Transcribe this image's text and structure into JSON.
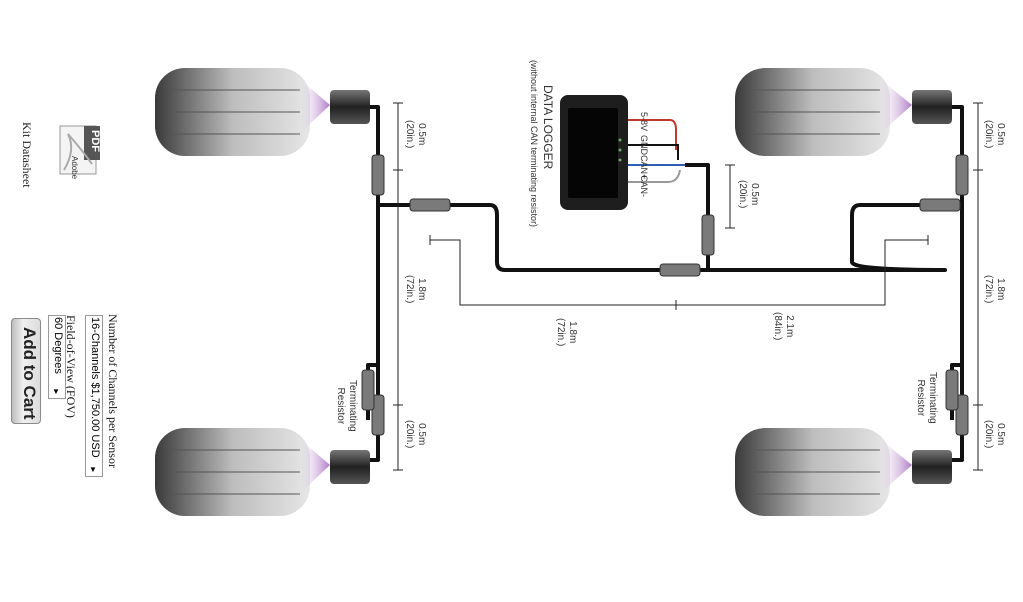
{
  "sidebar": {
    "datasheet_label": "Kit Datasheet",
    "pdf_badge": "PDF",
    "adobe_label": "Adobe",
    "channels_label": "Number of Channels per Sensor",
    "channels_value": "16-Channels $1,750.00 USD",
    "fov_label": "Field-of-View (FOV)",
    "fov_value": "60 Degrees",
    "add_to_cart": "Add to Cart"
  },
  "diagram": {
    "logger_title": "DATA LOGGER",
    "logger_subtitle": "(without internal CAN terminating resistor)",
    "pins": [
      "5-8V",
      "GND",
      "CAN+",
      "CAN-"
    ],
    "terminating_resistor": [
      "Terminating",
      "Resistor"
    ],
    "dims": {
      "front_left": [
        "0.5m",
        "(20in.)"
      ],
      "mid_left": [
        "1.8m",
        "(72in.)"
      ],
      "rear_left": [
        "0.5m",
        "(20in.)"
      ],
      "logger": [
        "0.5m",
        "(20in.)"
      ],
      "center_left": [
        "1.8m",
        "(72in.)"
      ],
      "center_right": [
        "2.1m",
        "(84in.)"
      ],
      "front_right": [
        "0.5m",
        "(20in.)"
      ],
      "mid_right": [
        "1.8m",
        "(72in.)"
      ],
      "rear_right": [
        "0.5m",
        "(20in.)"
      ]
    },
    "colors": {
      "cable": "#111111",
      "red": "#c0392b",
      "blue": "#2f5fb3"
    }
  }
}
